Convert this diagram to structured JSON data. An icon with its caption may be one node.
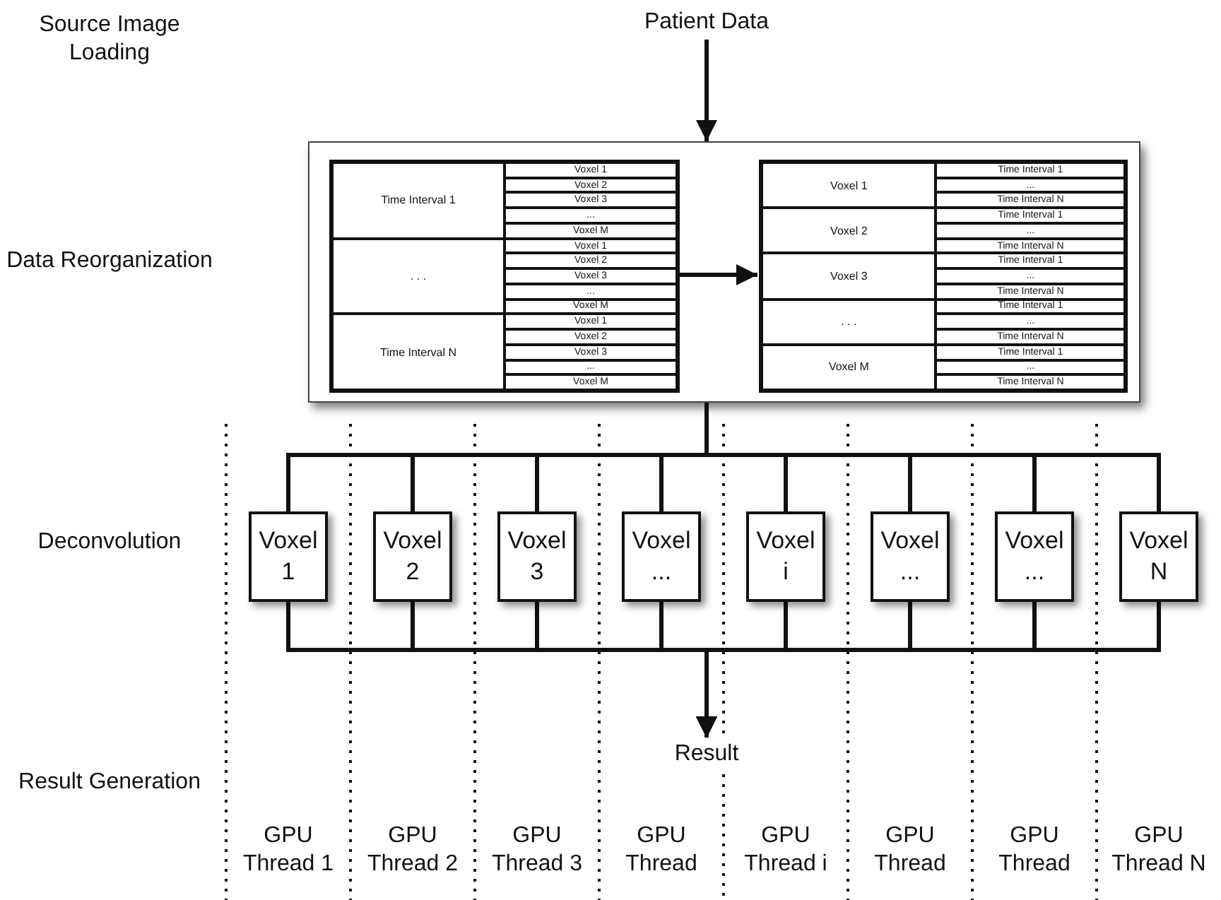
{
  "diagram": {
    "nodes": [
      {
        "text": [
          "Patient Data"
        ]
      },
      {
        "text": [],
        "shape": "box"
      },
      {
        "text": [],
        "shape": "box",
        "in": 1
      },
      {
        "text": [],
        "shape": "box",
        "in": 1
      },
      {
        "text": [
          "Voxel 1"
        ]
      },
      {
        "text": [
          "Voxel 2"
        ]
      },
      {
        "text": [
          "Voxel 3"
        ]
      },
      {
        "text": [
          "Voxel ..."
        ]
      },
      {
        "text": [
          "Voxel i"
        ]
      },
      {
        "text": [
          "Voxel ..."
        ]
      },
      {
        "text": [
          "Voxel ..."
        ]
      },
      {
        "text": [
          "Voxel N"
        ]
      },
      {
        "text": [
          "Result"
        ]
      }
    ],
    "edges": [
      {
        "from": 0,
        "to": 1,
        "arrow": "to"
      },
      {
        "from": 2,
        "to": 3,
        "arrow": "to"
      },
      {
        "from": 1,
        "to": 4,
        "arrow": "none"
      },
      {
        "from": 1,
        "to": 5,
        "arrow": "none"
      },
      {
        "from": 1,
        "to": 6,
        "arrow": "none"
      },
      {
        "from": 1,
        "to": 7,
        "arrow": "none"
      },
      {
        "from": 1,
        "to": 8,
        "arrow": "none"
      },
      {
        "from": 1,
        "to": 9,
        "arrow": "none"
      },
      {
        "from": 1,
        "to": 10,
        "arrow": "none"
      },
      {
        "from": 1,
        "to": 11,
        "arrow": "none"
      },
      {
        "from": 4,
        "to": 12,
        "arrow": "to"
      },
      {
        "from": 5,
        "to": 12,
        "arrow": "to"
      },
      {
        "from": 6,
        "to": 12,
        "arrow": "to"
      },
      {
        "from": 7,
        "to": 12,
        "arrow": "to"
      },
      {
        "from": 8,
        "to": 12,
        "arrow": "to"
      },
      {
        "from": 9,
        "to": 12,
        "arrow": "to"
      },
      {
        "from": 10,
        "to": 12,
        "arrow": "to"
      },
      {
        "from": 11,
        "to": 12,
        "arrow": "to"
      }
    ],
    "labels": [
      "Source Image Loading",
      "Data Reorganization",
      "Time Interval 1",
      "Voxel 1",
      "Voxel 2",
      "Voxel 3",
      "...",
      "Voxel M",
      ". . .",
      "Voxel 1",
      "Voxel 2",
      "Voxel 3",
      "...",
      "Voxel M",
      "Time Interval N",
      "Voxel 1",
      "Voxel 2",
      "Voxel 3",
      "...",
      "Voxel M",
      "Voxel 1",
      "Time Interval 1",
      "...",
      "Time Interval N",
      "Voxel 2",
      "Time Interval 1",
      "...",
      "Time Interval N",
      "Voxel 3",
      "Time Interval 1",
      "...",
      "Time Interval N",
      ". . .",
      "Time Interval 1",
      "...",
      "Time Interval N",
      "Voxel M",
      "Time Interval 1",
      "...",
      "Time Interval N",
      "Deconvolution",
      "Result Generation",
      "GPU Thread 1",
      "GPU Thread 2",
      "GPU Thread 3",
      "GPU Thread",
      "GPU Thread i",
      "GPU Thread",
      "GPU Thread",
      "GPU Thread N"
    ]
  }
}
